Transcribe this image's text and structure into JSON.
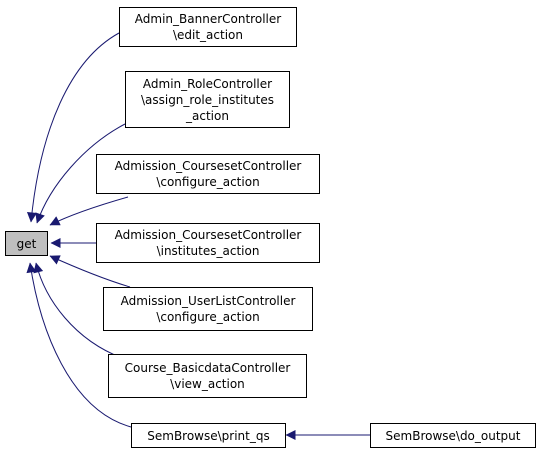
{
  "colors": {
    "edge": "#191970",
    "border": "#000000",
    "focus_fill": "#bfbfbf",
    "node_fill": "#ffffff"
  },
  "nodes": {
    "get": {
      "label": "get"
    },
    "banner": {
      "line1": "Admin_BannerController",
      "line2": "\\edit_action"
    },
    "role": {
      "line1": "Admin_RoleController",
      "line2": "\\assign_role_institutes",
      "line3": "_action"
    },
    "courseset_configure": {
      "line1": "Admission_CoursesetController",
      "line2": "\\configure_action"
    },
    "courseset_institutes": {
      "line1": "Admission_CoursesetController",
      "line2": "\\institutes_action"
    },
    "userlist": {
      "line1": "Admission_UserListController",
      "line2": "\\configure_action"
    },
    "basicdata": {
      "line1": "Course_BasicdataController",
      "line2": "\\view_action"
    },
    "print_qs": {
      "label": "SemBrowse\\print_qs"
    },
    "do_output": {
      "label": "SemBrowse\\do_output"
    }
  },
  "edges": [
    {
      "from": "banner",
      "to": "get"
    },
    {
      "from": "role",
      "to": "get"
    },
    {
      "from": "courseset_configure",
      "to": "get"
    },
    {
      "from": "courseset_institutes",
      "to": "get"
    },
    {
      "from": "userlist",
      "to": "get"
    },
    {
      "from": "basicdata",
      "to": "get"
    },
    {
      "from": "print_qs",
      "to": "get"
    },
    {
      "from": "do_output",
      "to": "print_qs"
    }
  ]
}
